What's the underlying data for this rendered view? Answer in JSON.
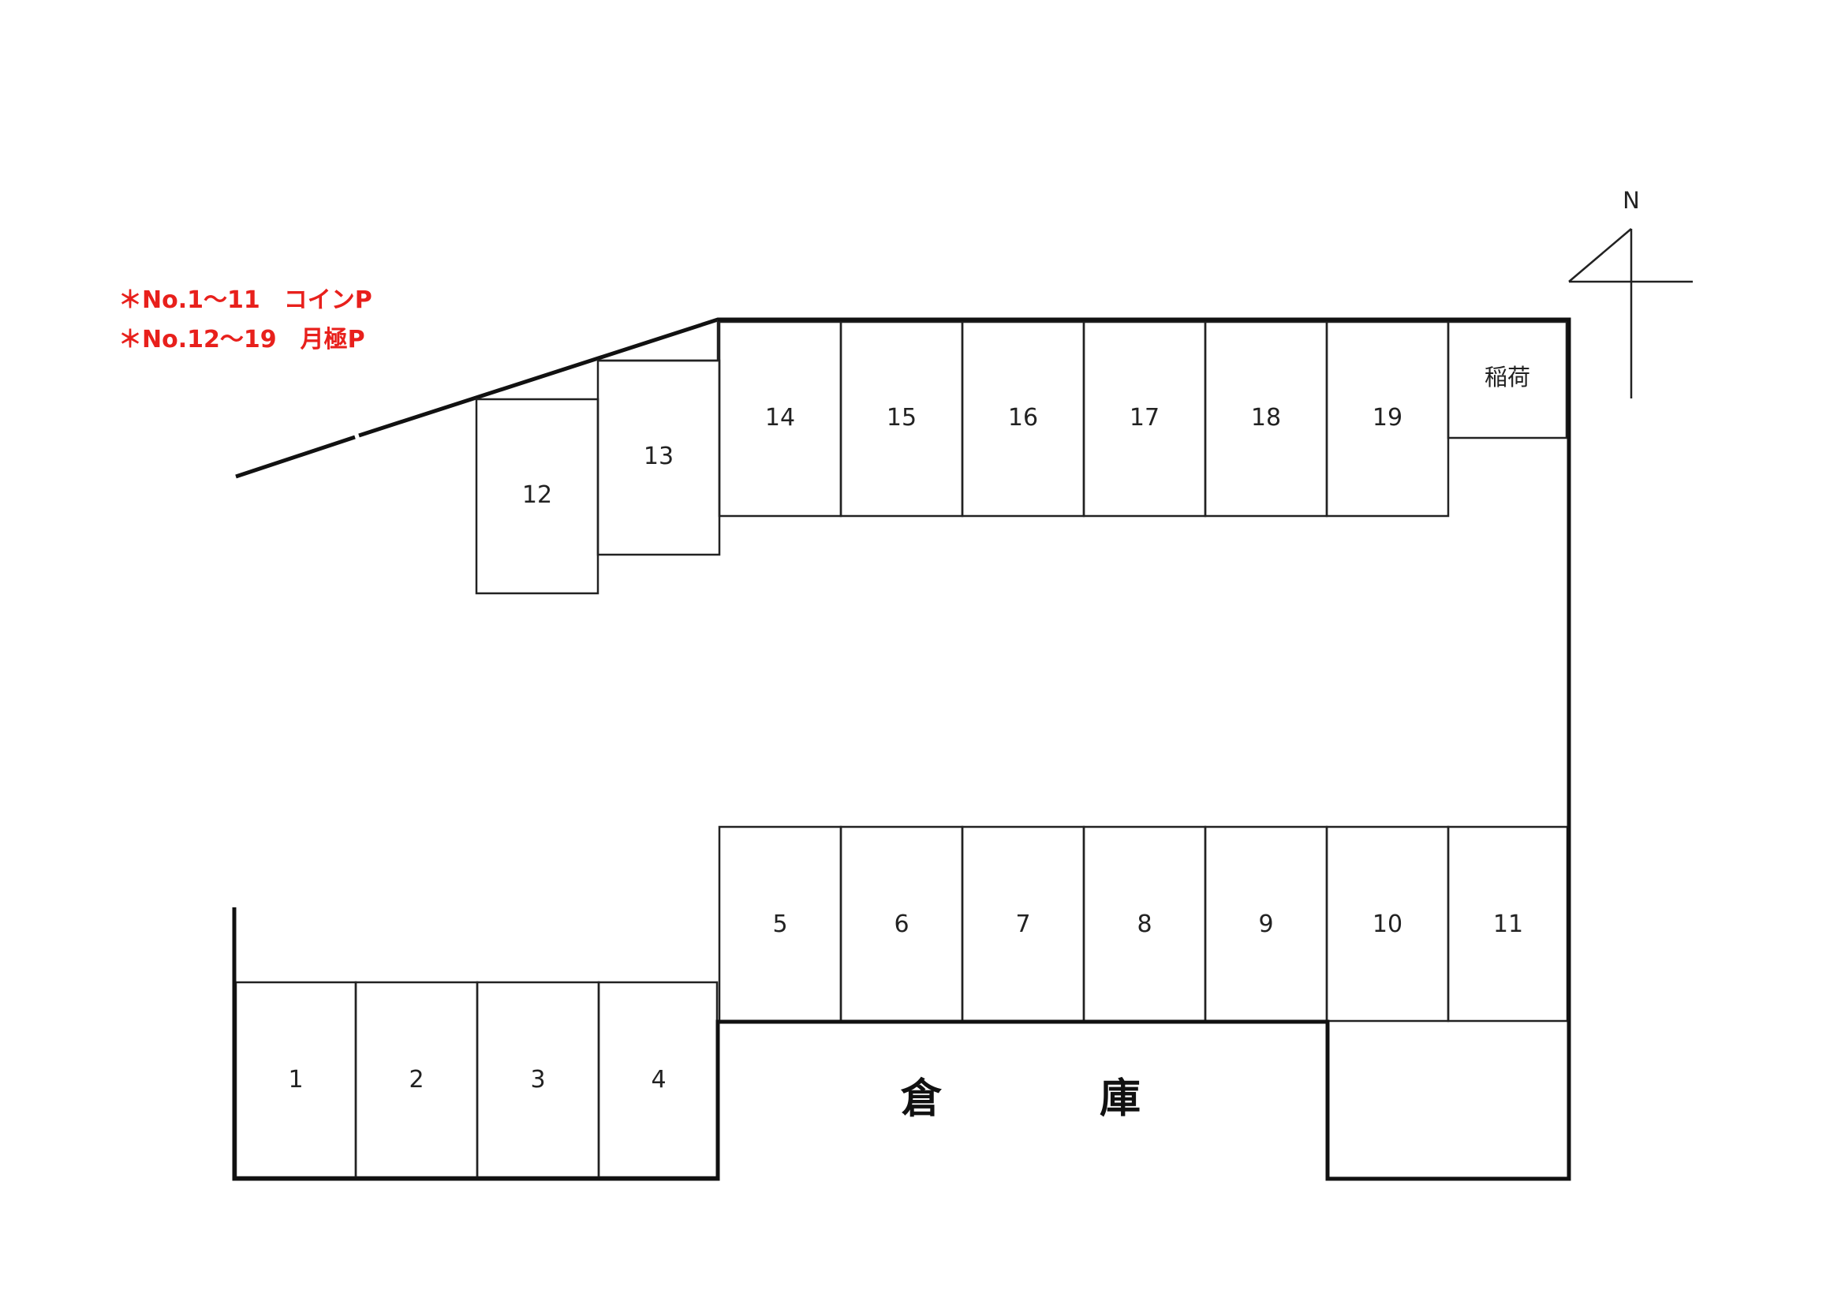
{
  "legend": {
    "line1": "＊No.1〜11　コインP",
    "line2": "＊No.12〜19　月極P",
    "color": "#e8201c"
  },
  "compass": {
    "label": "N"
  },
  "slots": {
    "s1": "1",
    "s2": "2",
    "s3": "3",
    "s4": "4",
    "s5": "5",
    "s6": "6",
    "s7": "7",
    "s8": "8",
    "s9": "9",
    "s10": "10",
    "s11": "11",
    "s12": "12",
    "s13": "13",
    "s14": "14",
    "s15": "15",
    "s16": "16",
    "s17": "17",
    "s18": "18",
    "s19": "19"
  },
  "landmarks": {
    "shrine": "稲荷",
    "warehouse_char1": "倉",
    "warehouse_char2": "庫"
  }
}
